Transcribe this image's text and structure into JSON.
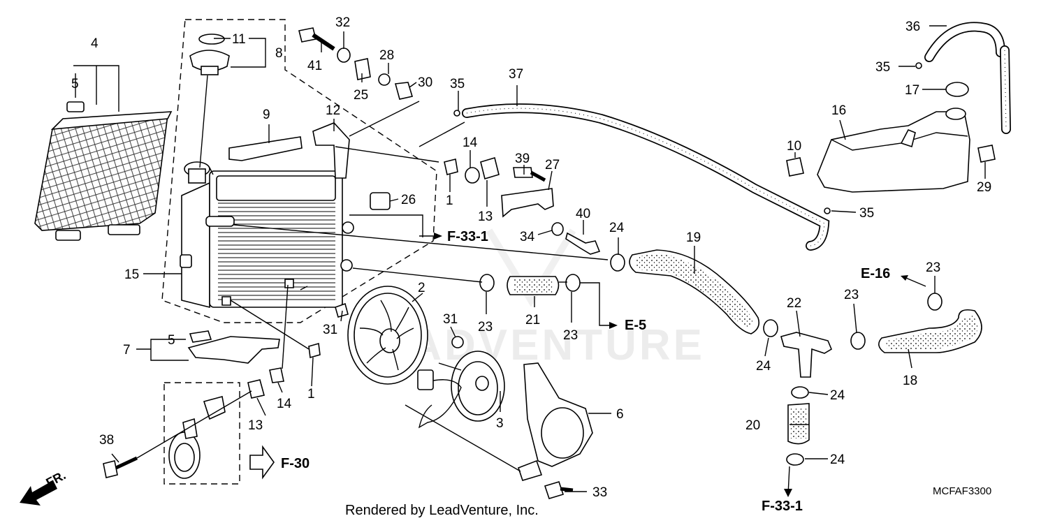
{
  "diagram": {
    "watermark": "LEADVENTURE",
    "footer": "Rendered by LeadVenture, Inc.",
    "diagram_code": "MCFAF3300",
    "front_marker": "FR.",
    "callouts": {
      "n1a": "1",
      "n1b": "1",
      "n2": "2",
      "n3": "3",
      "n4": "4",
      "n5a": "5",
      "n5b": "5",
      "n6": "6",
      "n7": "7",
      "n8": "8",
      "n9": "9",
      "n10": "10",
      "n11": "11",
      "n12": "12",
      "n13a": "13",
      "n13b": "13",
      "n14a": "14",
      "n14b": "14",
      "n15": "15",
      "n16": "16",
      "n17": "17",
      "n18": "18",
      "n19": "19",
      "n20": "20",
      "n21": "21",
      "n22": "22",
      "n23a": "23",
      "n23b": "23",
      "n23c": "23",
      "n23d": "23",
      "n24a": "24",
      "n24b": "24",
      "n24c": "24",
      "n24d": "24",
      "n25": "25",
      "n26": "26",
      "n27": "27",
      "n28": "28",
      "n29": "29",
      "n30": "30",
      "n31a": "31",
      "n31b": "31",
      "n32": "32",
      "n33": "33",
      "n34": "34",
      "n35a": "35",
      "n35b": "35",
      "n35c": "35",
      "n36": "36",
      "n37": "37",
      "n38": "38",
      "n39": "39",
      "n40": "40",
      "n41": "41"
    },
    "refs": {
      "f331_top": "F-33-1",
      "f331_bottom": "F-33-1",
      "e5": "E-5",
      "e16": "E-16",
      "f30": "F-30"
    }
  }
}
